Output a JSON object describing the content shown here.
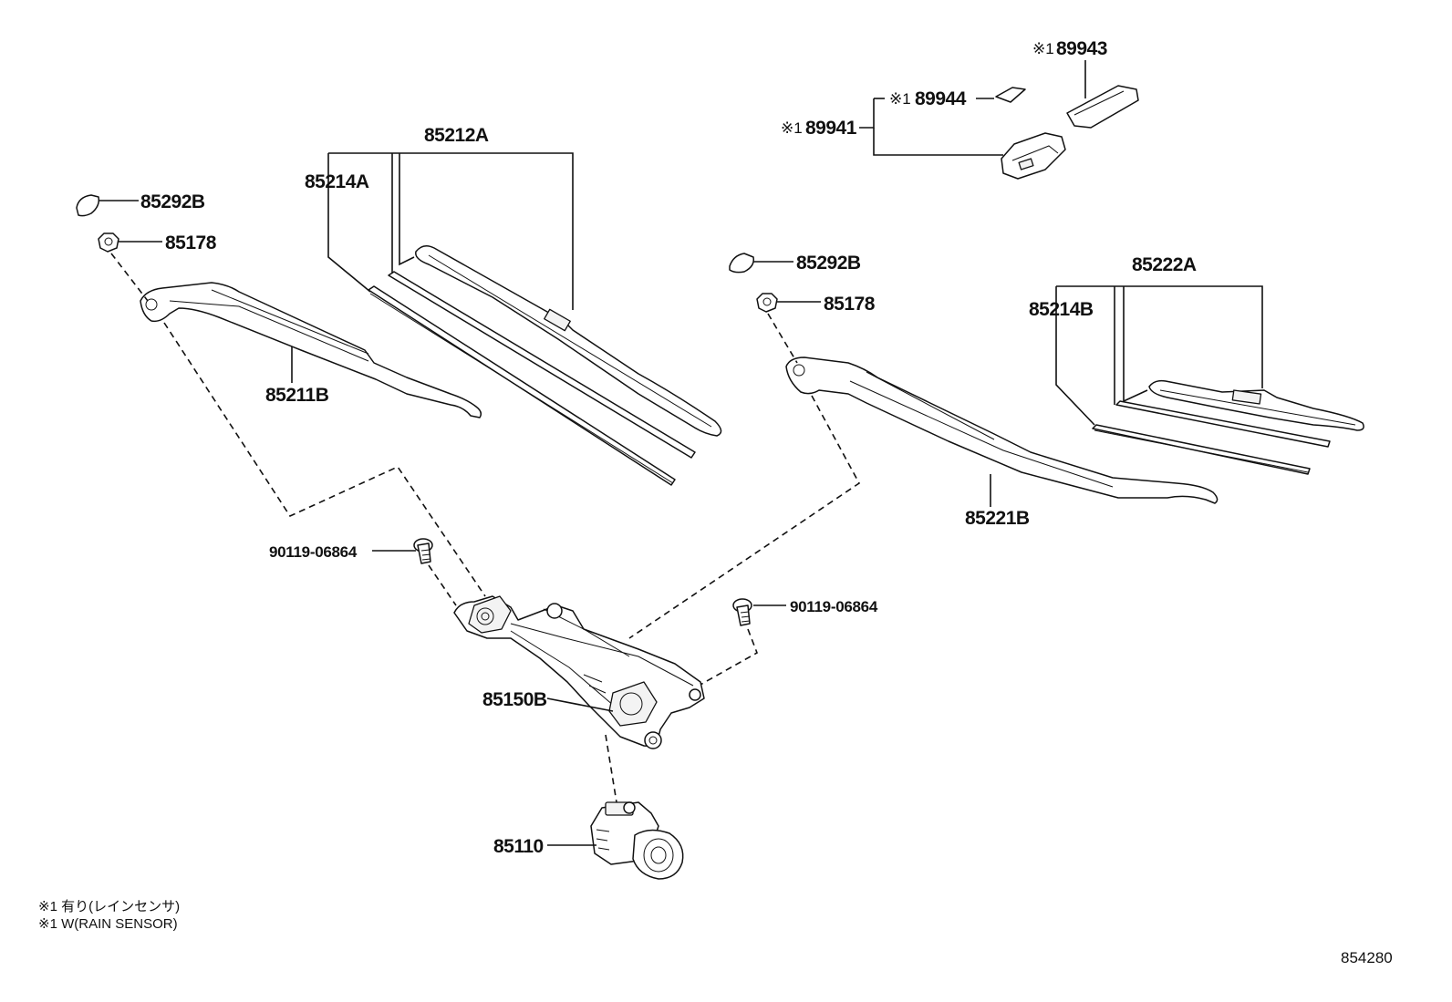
{
  "diagram": {
    "parts": {
      "cap_left": "85292B",
      "nut_left": "85178",
      "arm_left": "85211B",
      "refill_left": "85214A",
      "blade_left": "85212A",
      "cap_right": "85292B",
      "nut_right": "85178",
      "arm_right": "85221B",
      "refill_right": "85214B",
      "blade_right": "85222A",
      "bolt_left": "90119-06864",
      "bolt_right": "90119-06864",
      "link": "85150B",
      "motor": "85110",
      "sensor": "89941",
      "sensor_pad": "89944",
      "sensor_cover": "89943"
    },
    "mark": "※1",
    "notes": {
      "line1": "※1 有り(レインセンサ)",
      "line2": "※1 W(RAIN SENSOR)"
    },
    "ref_number": "854280"
  }
}
